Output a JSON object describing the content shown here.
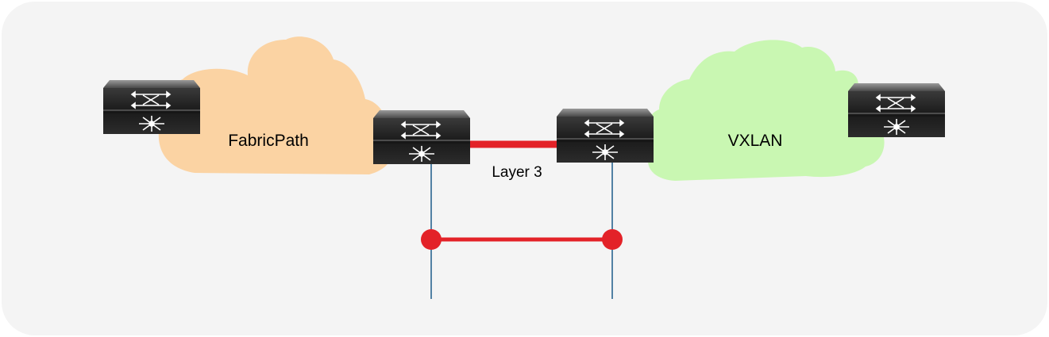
{
  "diagram": {
    "background_color": "#f4f4f4",
    "clouds": [
      {
        "id": "fabricpath",
        "label": "FabricPath",
        "color": "#fbd3a3"
      },
      {
        "id": "vxlan",
        "label": "VXLAN",
        "color": "#c9f7b2"
      }
    ],
    "links": {
      "layer3": {
        "label": "Layer 3",
        "color": "#e32228"
      },
      "l2_interconnect": {
        "color": "#e32228"
      },
      "vlan_line_color": "#1d5b8a"
    },
    "devices": [
      {
        "id": "fabricpath-edge-switch",
        "icon": "switch-icon"
      },
      {
        "id": "fabricpath-border-switch",
        "icon": "switch-icon"
      },
      {
        "id": "vxlan-border-switch",
        "icon": "switch-icon"
      },
      {
        "id": "vxlan-edge-switch",
        "icon": "switch-icon"
      }
    ]
  }
}
